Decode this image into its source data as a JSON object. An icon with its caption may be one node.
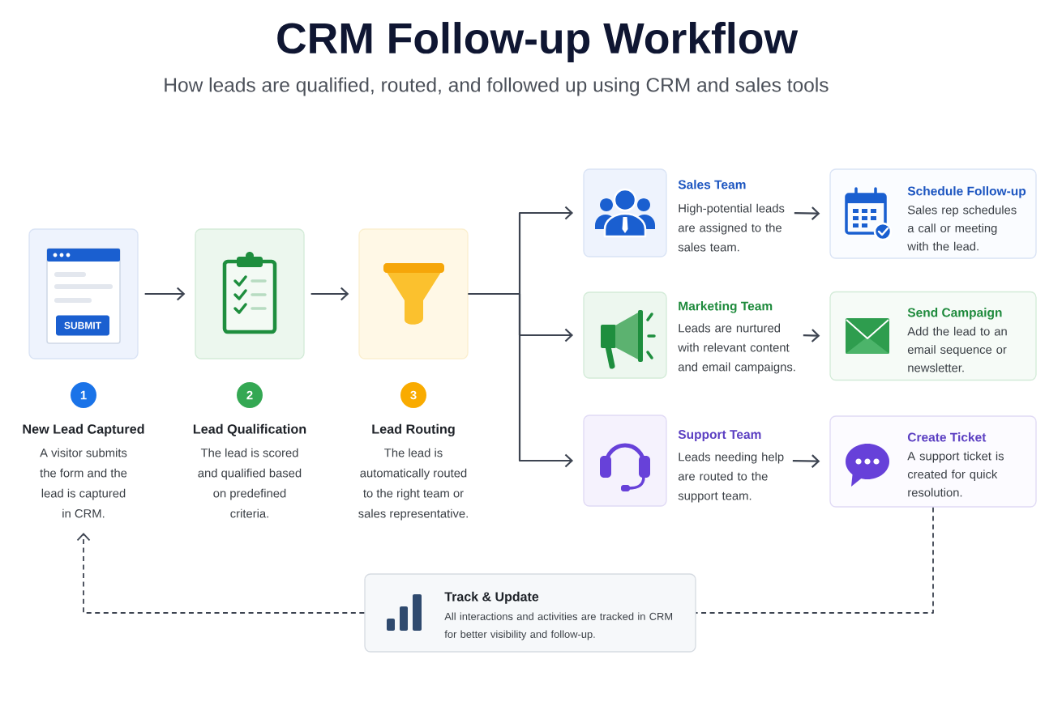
{
  "diagram": {
    "title": "CRM Follow-up Workflow",
    "nodes": [
      {
        "text": [
          "New Lead Captured",
          "A visitor submits the form and the lead is captured in CRM."
        ],
        "beside": [
          "1"
        ]
      },
      {
        "text": [
          "Lead Qualification",
          "The lead is scored and qualified based on predefined criteria."
        ],
        "beside": [
          "2"
        ]
      },
      {
        "text": [
          "Lead Routing",
          "The lead is automatically routed to the right team or sales representative."
        ],
        "beside": [
          "3"
        ]
      },
      {
        "text": [
          "Sales Team",
          "High-potential leads are assigned to the sales team."
        ]
      },
      {
        "text": [
          "Schedule Follow-up",
          "Sales rep schedules a call or meeting with the lead."
        ]
      },
      {
        "text": [
          "Marketing Team",
          "Leads are nurtured with relevant content and email campaigns."
        ]
      },
      {
        "text": [
          "Send Campaign",
          "Add the lead to an email sequence or newsletter."
        ]
      },
      {
        "text": [
          "Support Team",
          "Leads needing help are routed to the support team."
        ]
      },
      {
        "text": [
          "Create Ticket",
          "A support ticket is created for quick resolution."
        ]
      },
      {
        "text": [
          "Track & Update",
          "All interactions and activities are tracked in CRM for better visibility and follow-up."
        ]
      }
    ],
    "edges": [
      {
        "from": 0,
        "to": 1,
        "arrow": "to"
      },
      {
        "from": 1,
        "to": 2,
        "arrow": "to"
      },
      {
        "from": 2,
        "to": 3,
        "arrow": "to"
      },
      {
        "from": 2,
        "to": 5,
        "arrow": "to"
      },
      {
        "from": 2,
        "to": 7,
        "arrow": "to"
      },
      {
        "from": 3,
        "to": 4,
        "arrow": "to"
      },
      {
        "from": 5,
        "to": 6,
        "arrow": "to"
      },
      {
        "from": 7,
        "to": 8,
        "arrow": "to"
      },
      {
        "from": 8,
        "to": 9,
        "arrow": "none",
        "style": "dashed"
      },
      {
        "from": 9,
        "to": 0,
        "arrow": "to",
        "style": "dashed"
      }
    ],
    "labels": [
      "How leads are qualified, routed, and followed up using CRM and sales tools",
      "SUBMIT"
    ]
  }
}
